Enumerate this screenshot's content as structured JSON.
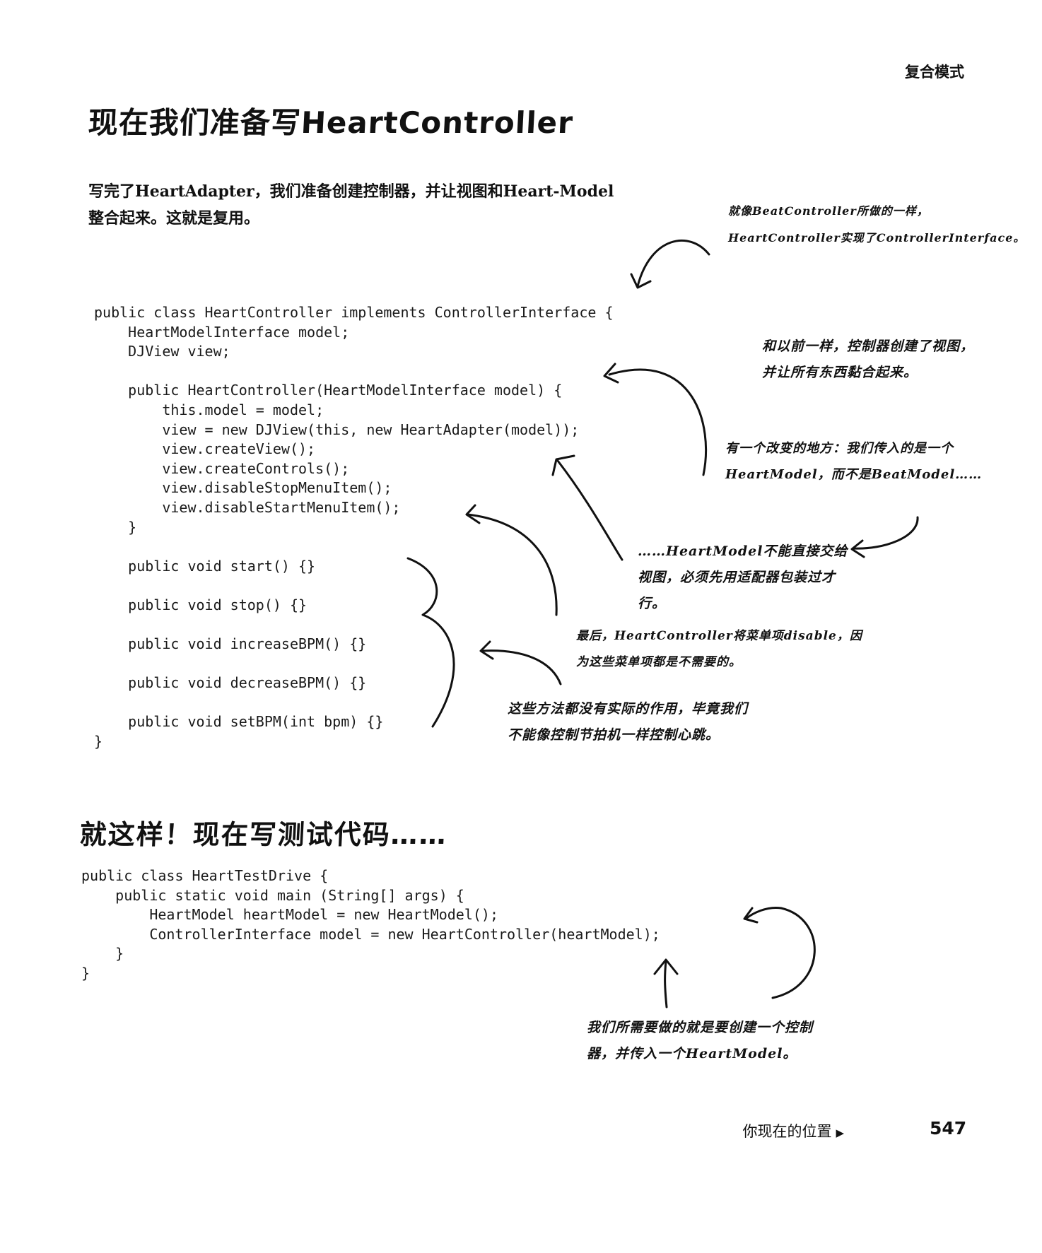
{
  "header": {
    "chapter": "复合模式"
  },
  "title": "现在我们准备写HeartController",
  "intro": "写完了HeartAdapter，我们准备创建控制器，并让视图和Heart-Model整合起来。这就是复用。",
  "code_main": "public class HeartController implements ControllerInterface {\n    HeartModelInterface model;\n    DJView view;\n\n    public HeartController(HeartModelInterface model) {\n        this.model = model;\n        view = new DJView(this, new HeartAdapter(model));\n        view.createView();\n        view.createControls();\n        view.disableStopMenuItem();\n        view.disableStartMenuItem();\n    }\n\n    public void start() {}\n\n    public void stop() {}\n\n    public void increaseBPM() {}\n\n    public void decreaseBPM() {}\n\n    public void setBPM(int bpm) {}\n}",
  "subtitle": "就这样！现在写测试代码……",
  "code_test": "public class HeartTestDrive {\n    public static void main (String[] args) {\n        HeartModel heartModel = new HeartModel();\n        ControllerInterface model = new HeartController(heartModel);\n    }\n}",
  "annotations": {
    "implements_note": "就像BeatController所做的一样，HeartController实现了ControllerInterface。",
    "create_view_note": "和以前一样，控制器创建了视图，并让所有东西黏合起来。",
    "change_note": "有一个改变的地方：我们传入的是一个HeartModel，而不是BeatModel……",
    "adapter_note": "……HeartModel不能直接交给视图，必须先用适配器包装过才行。",
    "disable_note": "最后，HeartController将菜单项disable，因为这些菜单项都是不需要的。",
    "methods_note": "这些方法都没有实际的作用，毕竟我们不能像控制节拍机一样控制心跳。",
    "test_note": "我们所需要做的就是要创建一个控制器，并传入一个HeartModel。"
  },
  "footer": {
    "text": "你现在的位置",
    "page_number": "547"
  }
}
